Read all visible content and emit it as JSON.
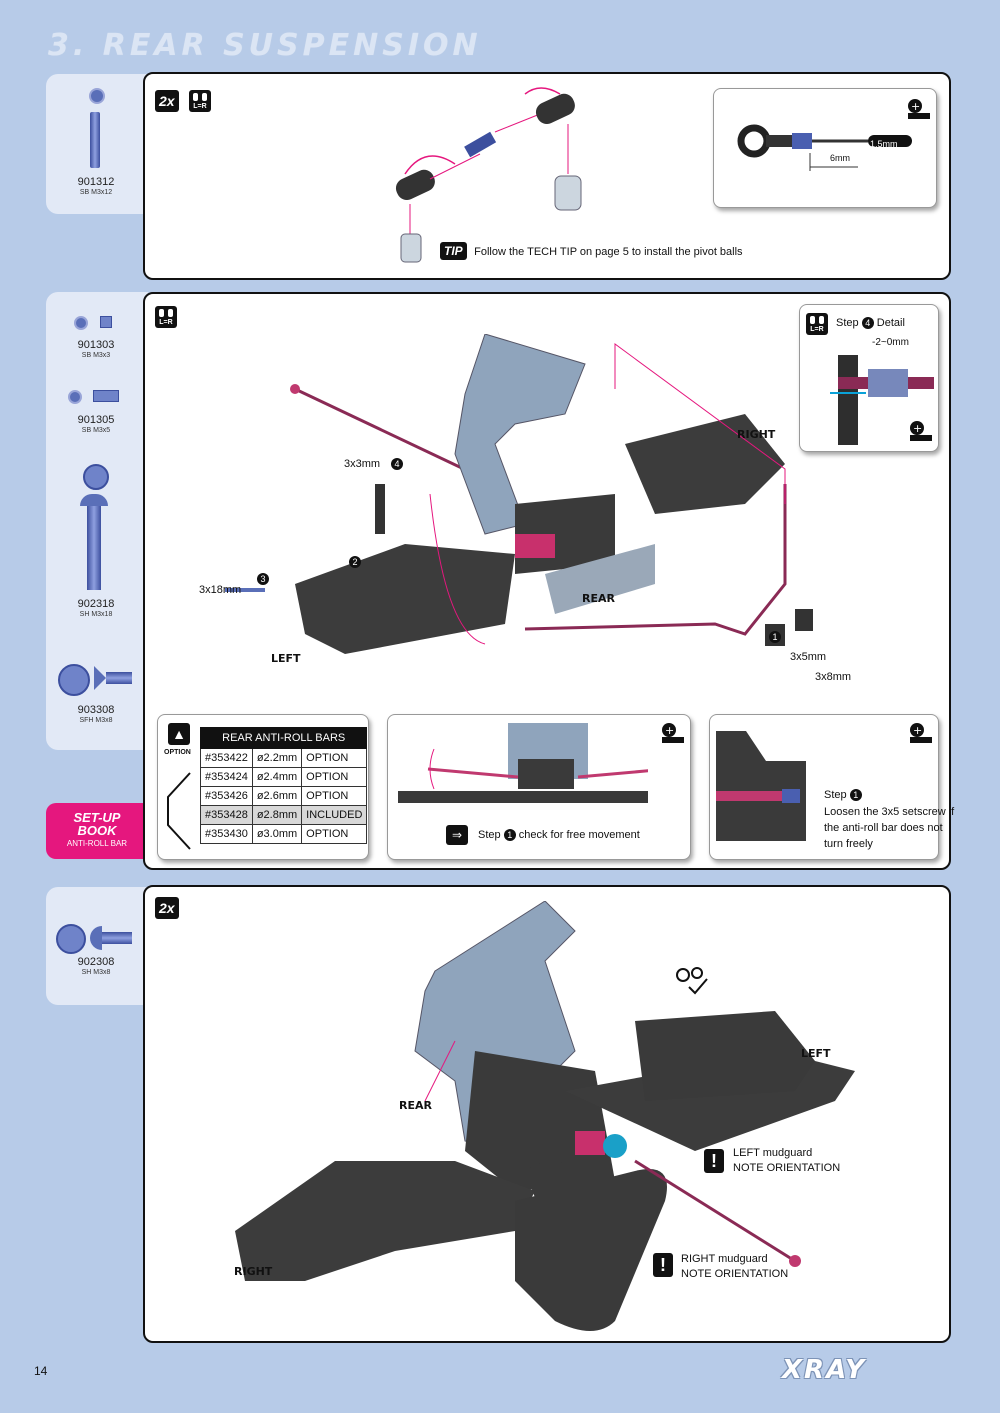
{
  "page": {
    "title": "3. REAR SUSPENSION",
    "page_number": "14",
    "brand": "XRAY"
  },
  "colors": {
    "background": "#b7cbe8",
    "accent": "#e5177e",
    "frame": "#111111"
  },
  "steps": [
    {
      "badge": "2x",
      "parts": [
        {
          "number": "901312",
          "description": "SB M3x12"
        }
      ],
      "tip_label": "TIP",
      "tip_text": "Follow the TECH TIP on page 5 to install the pivot balls",
      "detail": {
        "icon": "detail-icon",
        "dim_1": "1.5mm",
        "dim_2": "6mm"
      }
    },
    {
      "parts": [
        {
          "number": "901303",
          "description": "SB M3x3"
        },
        {
          "number": "901305",
          "description": "SB M3x5"
        },
        {
          "number": "902318",
          "description": "SH M3x18"
        },
        {
          "number": "903308",
          "description": "SFH M3x8"
        }
      ],
      "callouts": {
        "screw_3x3": "3x3mm",
        "step4": "4",
        "step2": "2",
        "screw_3x18": "3x18mm",
        "step3": "3",
        "step1": "1",
        "screw_3x5": "3x5mm",
        "screw_3x8": "3x8mm",
        "right": "RIGHT",
        "rear": "REAR",
        "left": "LEFT"
      },
      "step4_detail": {
        "title": "Step",
        "num": "4",
        "word": "Detail",
        "dim": "-2~0mm"
      },
      "option": {
        "label": "OPTION",
        "table_header": "REAR ANTI-ROLL BARS",
        "rows": [
          {
            "code": "#353422",
            "size": "ø2.2mm",
            "status": "OPTION"
          },
          {
            "code": "#353424",
            "size": "ø2.4mm",
            "status": "OPTION"
          },
          {
            "code": "#353426",
            "size": "ø2.6mm",
            "status": "OPTION"
          },
          {
            "code": "#353428",
            "size": "ø2.8mm",
            "status": "INCLUDED"
          },
          {
            "code": "#353430",
            "size": "ø3.0mm",
            "status": "OPTION"
          }
        ]
      },
      "check_text": "check for free movement",
      "check_step": "Step",
      "check_num": "1",
      "loosen": {
        "step": "Step",
        "num": "1",
        "lines": [
          "Loosen the 3x5 setscrew if",
          "the anti-roll bar does not",
          "turn freely"
        ]
      },
      "setup_book": {
        "line1": "SET-UP",
        "line2": "BOOK",
        "line3": "ANTI-ROLL BAR"
      }
    },
    {
      "badge": "2x",
      "parts": [
        {
          "number": "902308",
          "description": "SH M3x8"
        }
      ],
      "callouts": {
        "left": "LEFT",
        "rear": "REAR",
        "right": "RIGHT",
        "left_note_1": "LEFT mudguard",
        "left_note_2": "NOTE ORIENTATION",
        "right_note_1": "RIGHT mudguard",
        "right_note_2": "NOTE ORIENTATION"
      }
    }
  ]
}
